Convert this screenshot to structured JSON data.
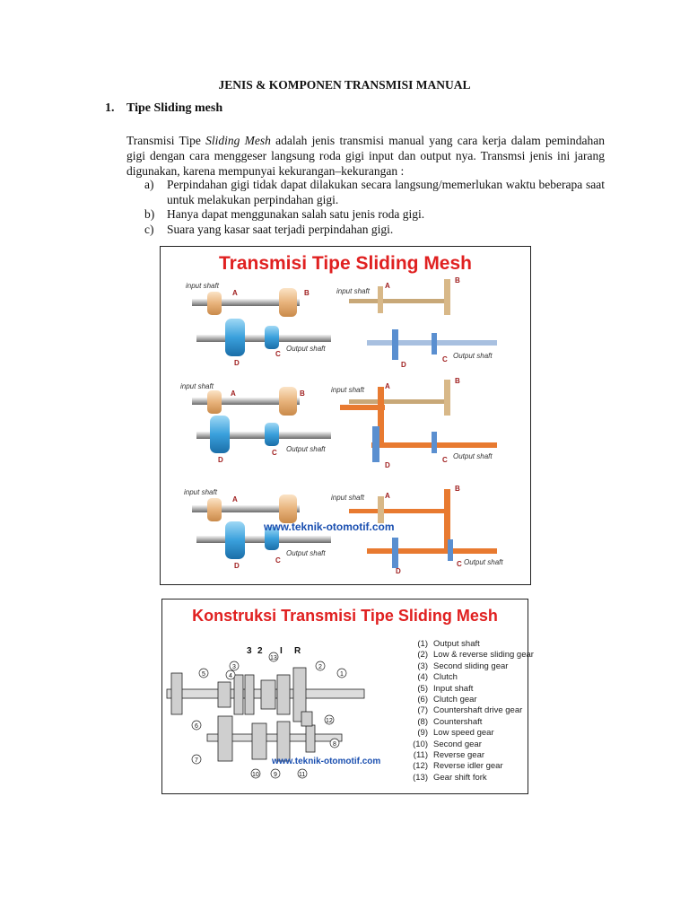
{
  "doc_title": "JENIS & KOMPONEN TRANSMISI MANUAL",
  "section": {
    "number": "1.",
    "title": "Tipe Sliding mesh"
  },
  "paragraph": {
    "before": "Transmisi Tipe ",
    "italic": "Sliding Mesh",
    "after": " adalah jenis transmisi manual yang cara kerja dalam pemindahan gigi dengan cara menggeser langsung roda gigi input dan output nya. Transmsi jenis ini jarang digunakan, karena mempunyai kekurangan–kekurangan :"
  },
  "list": [
    {
      "marker": "a)",
      "text": "Perpindahan gigi tidak dapat dilakukan secara langsung/memerlukan waktu beberapa saat untuk melakukan perpindahan gigi."
    },
    {
      "marker": "b)",
      "text": "Hanya dapat menggunakan salah satu jenis roda gigi."
    },
    {
      "marker": "c)",
      "text": "Suara yang kasar saat terjadi perpindahan gigi."
    }
  ],
  "figure1": {
    "title": "Transmisi Tipe Sliding Mesh",
    "input_label": "input shaft",
    "output_label": "Output shaft",
    "gear_labels": [
      "A",
      "B",
      "C",
      "D"
    ],
    "watermark": "www.teknik-otomotif.com",
    "colors": {
      "title": "#e02020",
      "input_gear": "#f0c898",
      "output_gear": "#3aa0dc",
      "power_flow": "#e87a30"
    }
  },
  "figure2": {
    "title": "Konstruksi Transmisi Tipe Sliding Mesh",
    "shift_labels": [
      "3",
      "2",
      "I",
      "R"
    ],
    "watermark": "www.teknik-otomotif.com",
    "parts": [
      {
        "n": "(1)",
        "name": "Output shaft"
      },
      {
        "n": "(2)",
        "name": "Low & reverse sliding gear"
      },
      {
        "n": "(3)",
        "name": "Second sliding gear"
      },
      {
        "n": "(4)",
        "name": "Clutch"
      },
      {
        "n": "(5)",
        "name": "Input shaft"
      },
      {
        "n": "(6)",
        "name": "Clutch gear"
      },
      {
        "n": "(7)",
        "name": "Countershaft drive gear"
      },
      {
        "n": "(8)",
        "name": "Countershaft"
      },
      {
        "n": "(9)",
        "name": "Low speed gear"
      },
      {
        "n": "(10)",
        "name": "Second gear"
      },
      {
        "n": "(11)",
        "name": "Reverse gear"
      },
      {
        "n": "(12)",
        "name": "Reverse idler gear"
      },
      {
        "n": "(13)",
        "name": "Gear shift fork"
      }
    ],
    "callouts": [
      "1",
      "2",
      "3",
      "4",
      "5",
      "6",
      "7",
      "8",
      "9",
      "10",
      "11",
      "12",
      "13"
    ]
  }
}
